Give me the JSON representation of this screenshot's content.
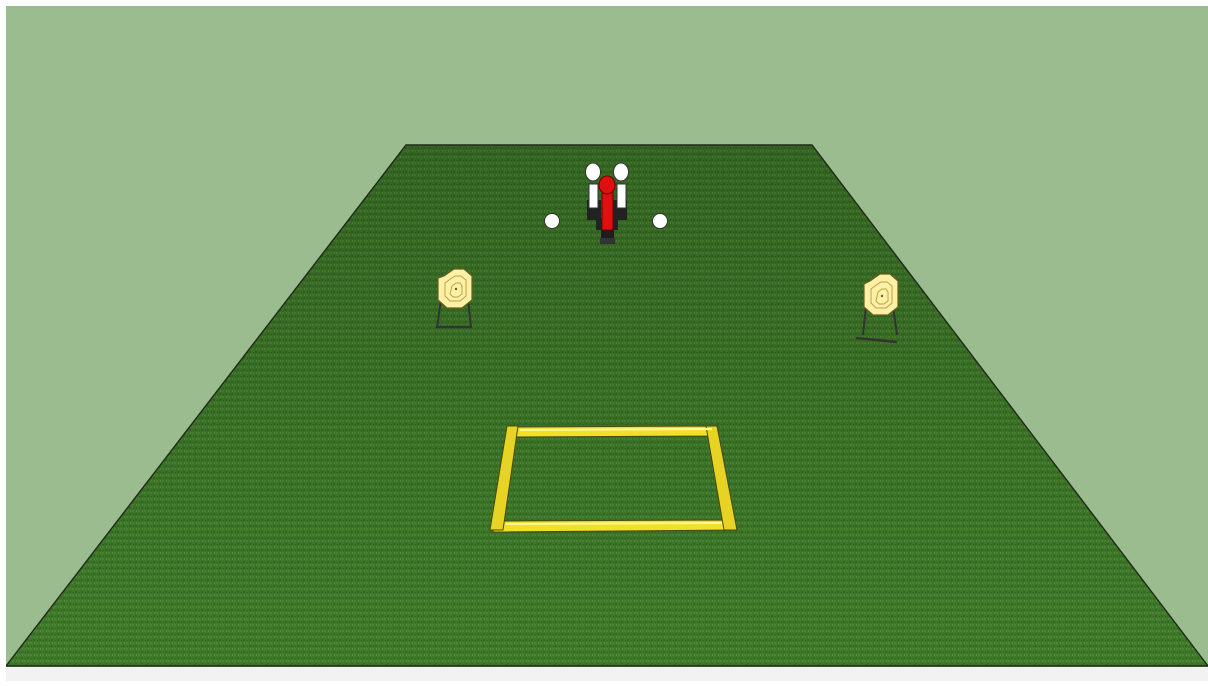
{
  "scene": {
    "sky_color": "#9bbc8f",
    "ground_color": "#3f7a2a",
    "ground_edge_color": "#1f2a18",
    "frame_color": "#f2f2f2"
  },
  "objects": {
    "popper_targets": {
      "count": 2,
      "color": "#ffffff"
    },
    "no_shoot_popper": {
      "color": "#e01010"
    },
    "plate_targets": {
      "count": 2,
      "color": "#ffffff"
    },
    "paper_targets": {
      "count": 2,
      "color": "#fff0a8"
    },
    "shooting_box": {
      "color": "#f1e02a"
    }
  }
}
